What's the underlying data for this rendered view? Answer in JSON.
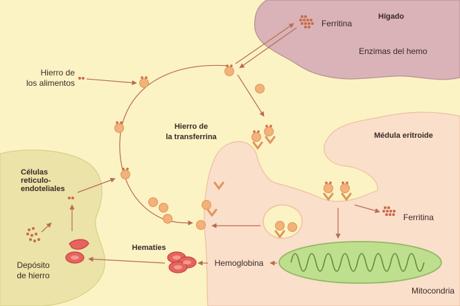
{
  "labels": {
    "higado": "Hígado",
    "ferritina_top": "Ferritina",
    "enzimas": "Enzimas del hemo",
    "hierro_alimentos_1": "Hierro de",
    "hierro_alimentos_2": "los alimentos",
    "transferrina_1": "Hierro de",
    "transferrina_2": "la transferrina",
    "medula": "Médula eritroide",
    "celulas_1": "Células",
    "celulas_2": "reticulo-",
    "celulas_3": "endoteliales",
    "deposito_1": "Depósito",
    "deposito_2": "de hierro",
    "hematies": "Hematíes",
    "hemoglobina": "Hemoglobina",
    "ferritina_right": "Ferritina",
    "mitocondria": "Mitocondria"
  },
  "colors": {
    "background": "#fbf3c4",
    "liver": "#d9b3b7",
    "marrow": "#fadfcb",
    "reticulo": "#ebe3a8",
    "mitochondria": "#bddf8e",
    "iron": "#c96a48",
    "transferrin": "#f2b27a",
    "arrow": "#b76b52",
    "cell_red": "#e5645f"
  }
}
